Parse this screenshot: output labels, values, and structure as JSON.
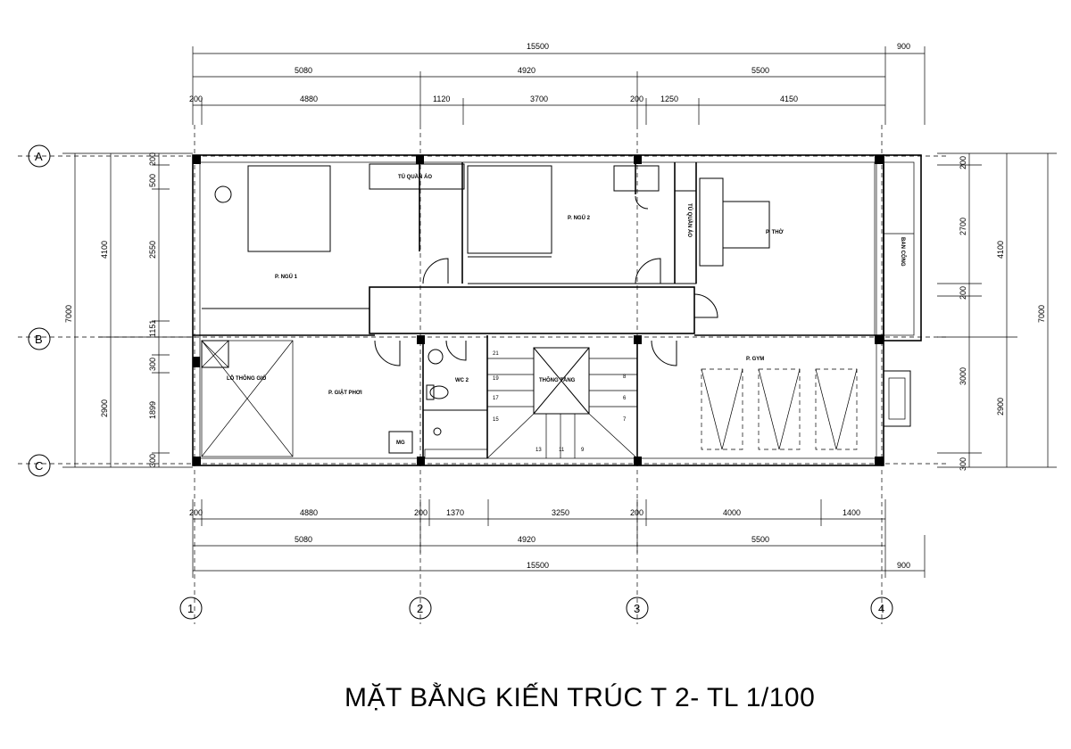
{
  "title": "MẶT BẰNG KIẾN TRÚC T 2- TL 1/100",
  "axes": {
    "vertical": [
      "1",
      "2",
      "3",
      "4"
    ],
    "horizontal": [
      "A",
      "B",
      "C"
    ]
  },
  "dims_top": {
    "total": "15500",
    "overhang": "900",
    "spans": [
      "5080",
      "4920",
      "5500"
    ],
    "detail": [
      "200",
      "4880",
      "1120",
      "3700",
      "200",
      "1250",
      "4150"
    ]
  },
  "dims_bottom": {
    "total": "15500",
    "overhang": "900",
    "spans": [
      "5080",
      "4920",
      "5500"
    ],
    "detail": [
      "200",
      "4880",
      "200",
      "1370",
      "3250",
      "200",
      "4000",
      "1400"
    ]
  },
  "dims_left": {
    "total": "7000",
    "spans": [
      "4100",
      "2900"
    ],
    "detail": [
      "200",
      "500",
      "2550",
      "1151",
      "300",
      "1899",
      "300"
    ]
  },
  "dims_right": {
    "total": "7000",
    "spans": [
      "4100",
      "2900"
    ],
    "detail": [
      "200",
      "2700",
      "200",
      "3000",
      "300"
    ]
  },
  "rooms": {
    "bed1": "P. NGỦ 1",
    "wardrobe1": "TỦ QUẦN ÁO",
    "bed2": "P. NGỦ 2",
    "wardrobe2": "TỦ QUẦN ÁO",
    "worship": "P. THỜ",
    "balcony": "BAN CÔNG",
    "void": "LỖ THÔNG GIÓ",
    "laundry": "P. GIẶT PHƠI",
    "wc": "WC 2",
    "stairwell": "THÔNG TẦNG",
    "gym": "P. GYM",
    "washer": "MG"
  },
  "stair_steps": {
    "left": [
      "21",
      "19",
      "17",
      "15"
    ],
    "right": [
      "8",
      "6",
      "7"
    ],
    "bottom": [
      "13",
      "11",
      "9"
    ]
  }
}
